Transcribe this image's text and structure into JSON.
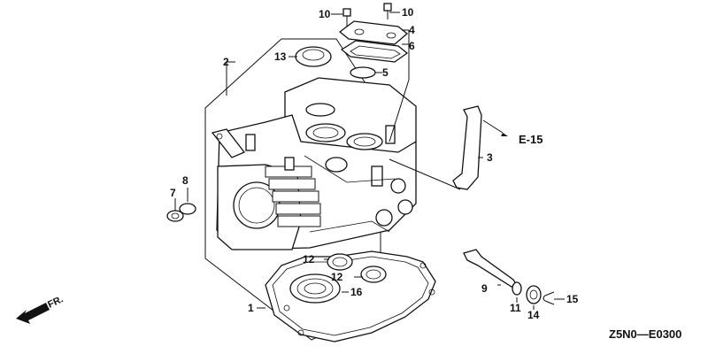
{
  "callouts": {
    "c1": "1",
    "c2": "2",
    "c3": "3",
    "c4": "4",
    "c5": "5",
    "c6": "6",
    "c7": "7",
    "c8": "8",
    "c9": "9",
    "c10a": "10",
    "c10b": "10",
    "c11": "11",
    "c12a": "12",
    "c12b": "12",
    "c13": "13",
    "c14": "14",
    "c15": "15",
    "c16": "16"
  },
  "ref_code": "E-15",
  "front_label": "FR.",
  "drawing_code": "Z5N0—E0300"
}
